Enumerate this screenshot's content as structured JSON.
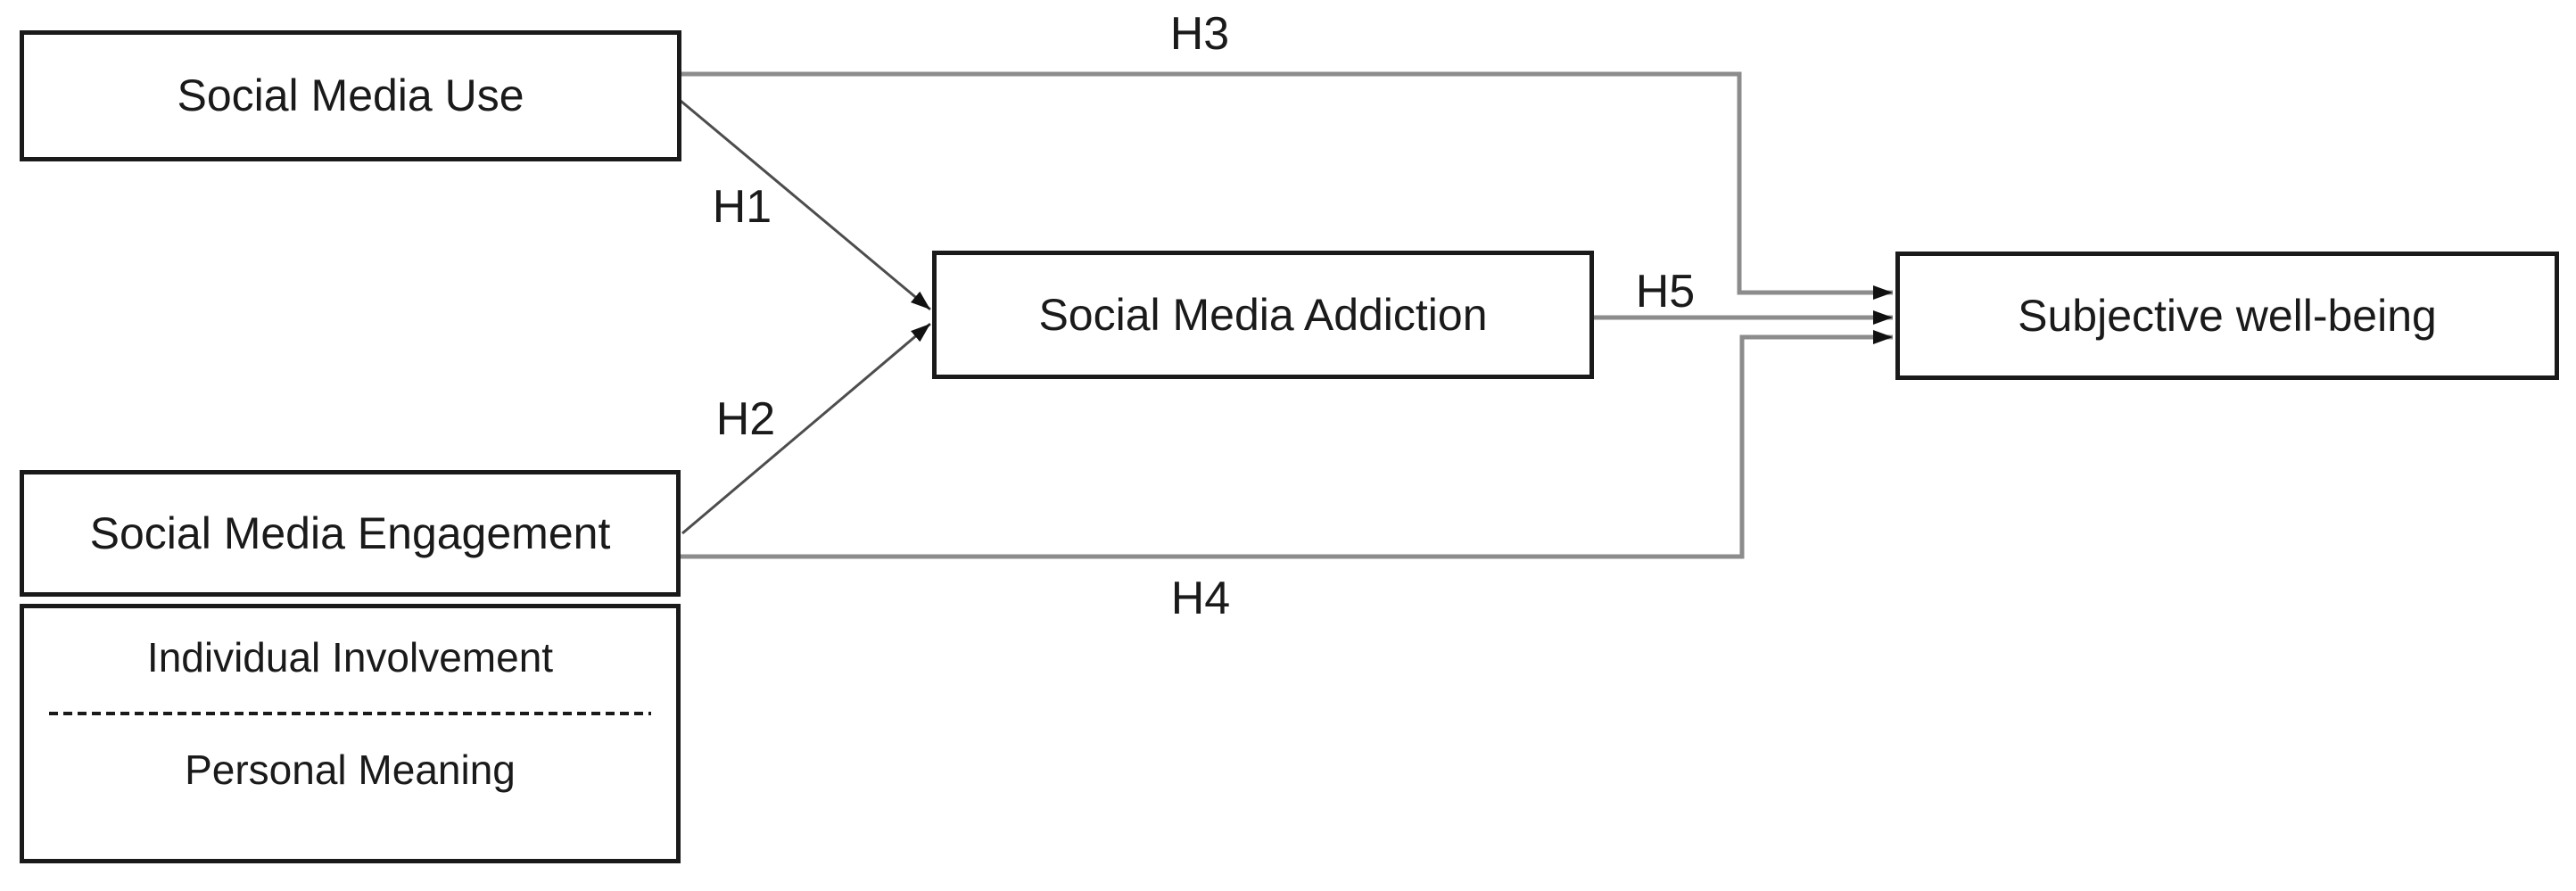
{
  "nodes": {
    "social_media_use": {
      "label": "Social Media Use"
    },
    "social_media_engagement": {
      "label": "Social Media Engagement"
    },
    "engagement_dimensions": {
      "line1": "Individual Involvement",
      "line2": "Personal Meaning"
    },
    "social_media_addiction": {
      "label": "Social Media Addiction"
    },
    "subjective_well_being": {
      "label": "Subjective well-being"
    }
  },
  "hypotheses": {
    "h1": {
      "label": "H1"
    },
    "h2": {
      "label": "H2"
    },
    "h3": {
      "label": "H3"
    },
    "h4": {
      "label": "H4"
    },
    "h5": {
      "label": "H5"
    }
  },
  "edges": [
    {
      "id": "H1",
      "from": "Social Media Use",
      "to": "Social Media Addiction",
      "style": "diagonal"
    },
    {
      "id": "H2",
      "from": "Social Media Engagement",
      "to": "Social Media Addiction",
      "style": "diagonal"
    },
    {
      "id": "H3",
      "from": "Social Media Use",
      "to": "Subjective well-being",
      "style": "orthogonal-top"
    },
    {
      "id": "H4",
      "from": "Social Media Engagement",
      "to": "Subjective well-being",
      "style": "orthogonal-bottom"
    },
    {
      "id": "H5",
      "from": "Social Media Addiction",
      "to": "Subjective well-being",
      "style": "straight"
    }
  ],
  "colors": {
    "box_border": "#1a1a1a",
    "connector": "#8c8c8c",
    "diagonal": "#4d4d4d",
    "arrowhead": "#111111",
    "text": "#1a1a1a",
    "background": "#ffffff"
  }
}
